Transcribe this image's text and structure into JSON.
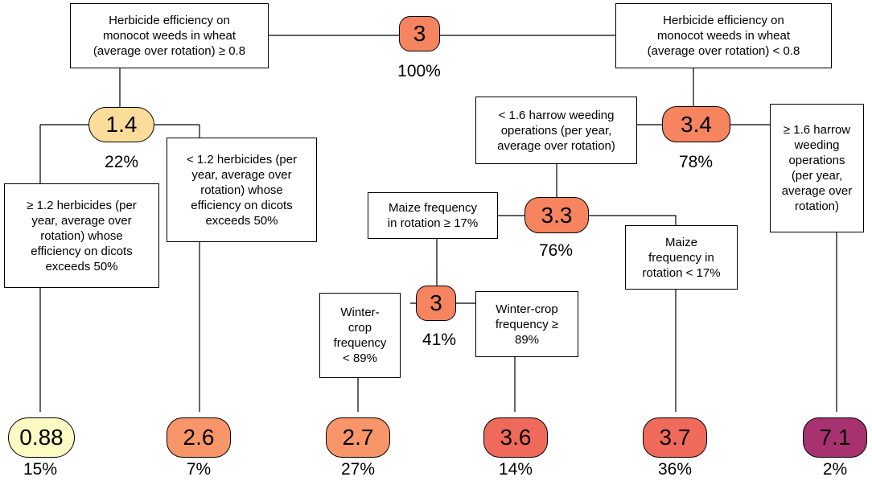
{
  "nodes": [
    {
      "id": "root",
      "value": "3",
      "percent": "100%",
      "color": "#f5845f"
    },
    {
      "id": "n1",
      "value": "1.4",
      "percent": "22%",
      "color": "#fbdc9a"
    },
    {
      "id": "n2",
      "value": "3.4",
      "percent": "78%",
      "color": "#f5845f"
    },
    {
      "id": "n3",
      "value": "3.3",
      "percent": "76%",
      "color": "#f5845f"
    },
    {
      "id": "n4",
      "value": "3",
      "percent": "41%",
      "color": "#f5845f"
    },
    {
      "id": "leaf1",
      "value": "0.88",
      "percent": "15%",
      "color": "#fdfac3"
    },
    {
      "id": "leaf2",
      "value": "2.6",
      "percent": "7%",
      "color": "#f8966a"
    },
    {
      "id": "leaf3",
      "value": "2.7",
      "percent": "27%",
      "color": "#f8966a"
    },
    {
      "id": "leaf4",
      "value": "3.6",
      "percent": "14%",
      "color": "#f06a5c"
    },
    {
      "id": "leaf5",
      "value": "3.7",
      "percent": "36%",
      "color": "#f06a5c"
    },
    {
      "id": "leaf6",
      "value": "7.1",
      "percent": "2%",
      "color": "#a8326f"
    }
  ],
  "conditions": [
    {
      "id": "c_root_left",
      "text": "Herbicide efficiency on\nmonocot weeds in wheat\n(average over rotation)  ≥ 0.8"
    },
    {
      "id": "c_root_right",
      "text": "Herbicide efficiency on\nmonocot weeds in wheat\n(average over rotation)  < 0.8"
    },
    {
      "id": "c_n1_left",
      "text": "≥ 1.2 herbicides (per\nyear, average over\nrotation) whose\nefficiency on dicots\nexceeds 50%"
    },
    {
      "id": "c_n1_right",
      "text": "< 1.2 herbicides (per\nyear, average over\nrotation) whose\nefficiency on dicots\nexceeds 50%"
    },
    {
      "id": "c_n2_left",
      "text": "< 1.6 harrow weeding\noperations (per year,\naverage over rotation)"
    },
    {
      "id": "c_n2_right",
      "text": "≥ 1.6 harrow\nweeding\noperations\n(per year,\naverage over\nrotation)"
    },
    {
      "id": "c_n3_left",
      "text": "Maize frequency\nin rotation ≥ 17%"
    },
    {
      "id": "c_n3_right",
      "text": "Maize\nfrequency in\nrotation < 17%"
    },
    {
      "id": "c_n4_left",
      "text": "Winter-\ncrop\nfrequency\n< 89%"
    },
    {
      "id": "c_n4_right",
      "text": "Winter-crop\nfrequency ≥\n89%"
    }
  ]
}
